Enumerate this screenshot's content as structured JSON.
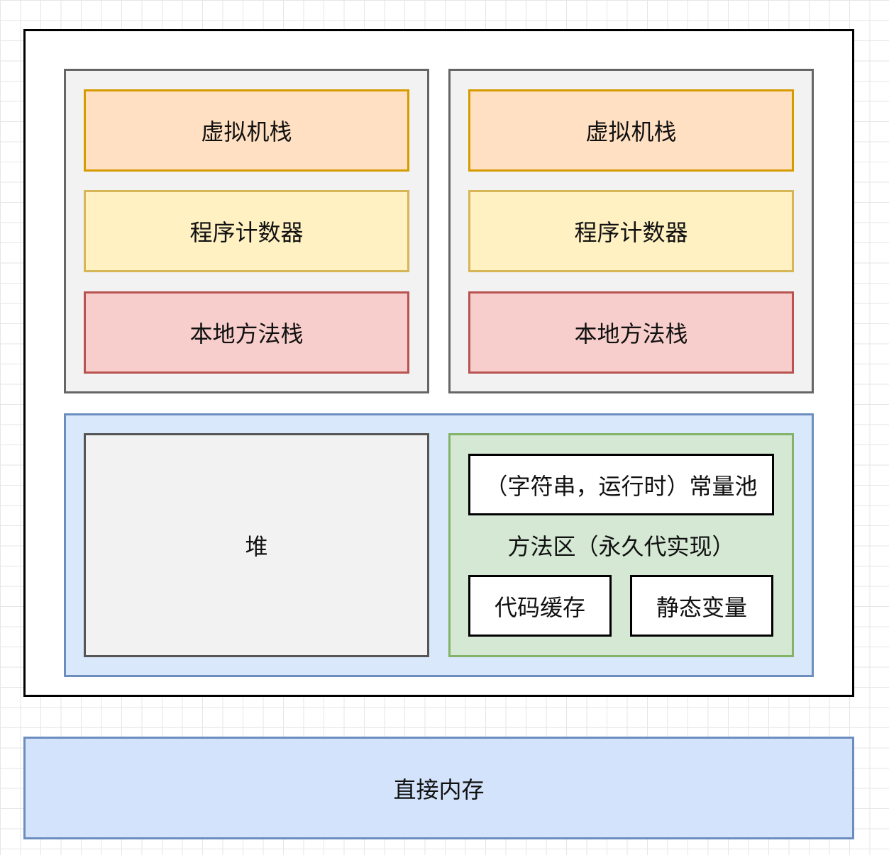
{
  "diagram": {
    "threads": [
      {
        "vm_stack": "虚拟机栈",
        "pc_counter": "程序计数器",
        "native_stack": "本地方法栈"
      },
      {
        "vm_stack": "虚拟机栈",
        "pc_counter": "程序计数器",
        "native_stack": "本地方法栈"
      }
    ],
    "heap": "堆",
    "method_area": {
      "label": "方法区（永久代实现）",
      "constant_pool": "（字符串，运行时）常量池",
      "code_cache": "代码缓存",
      "static_vars": "静态变量"
    },
    "direct_memory": "直接内存"
  },
  "colors": {
    "vm_stack_fill": "#ffe0c2",
    "vm_stack_border": "#d79b00",
    "pc_counter_fill": "#fff1c2",
    "pc_counter_border": "#d6b656",
    "native_stack_fill": "#f8cecc",
    "native_stack_border": "#b85450",
    "shared_area_fill": "#dae8fc",
    "shared_area_border": "#6c8ebf",
    "method_area_fill": "#d5e8d4",
    "method_area_border": "#82b366"
  }
}
